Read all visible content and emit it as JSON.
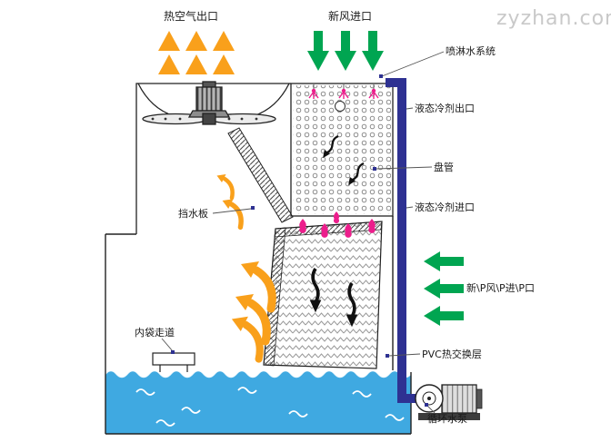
{
  "diagram": {
    "watermark": "zyzhan.com",
    "labels": {
      "hot_air_outlet": "热空气出口",
      "fresh_air_inlet_top": "新风进口",
      "spray_water_system": "喷淋水系统",
      "liquid_refrigerant_outlet": "液态冷剂出口",
      "coil": "盘管",
      "liquid_refrigerant_inlet": "液态冷剂进口",
      "fresh_air_inlet_side": "新\\P风\\P进\\P口",
      "pvc_heat_exchange_layer": "PVC热交换层",
      "water_baffle": "挡水板",
      "inner_walkway": "内袋走道",
      "circulating_water_pump": "循环水泵"
    },
    "colors": {
      "hot_air_arrow": "#F9A01B",
      "fresh_air_arrow": "#00A551",
      "pipe": "#2E3192",
      "water": "#3FA9E1",
      "droplet": "#EC1E8C",
      "leader_dot": "#2E3192",
      "watermark": "#C9C9C9"
    },
    "icons": {
      "hot_air_arrows": "up-arrows-icon",
      "fresh_air_top_arrows": "down-arrows-icon",
      "fresh_air_side_arrows": "left-arrows-icon",
      "airflow_swoosh": "curved-up-arrow-icon",
      "spray_nozzles": "sprinkler-icon",
      "droplets": "water-drop-icon",
      "fan": "fan-blades-icon",
      "pump": "motor-pump-icon"
    }
  }
}
